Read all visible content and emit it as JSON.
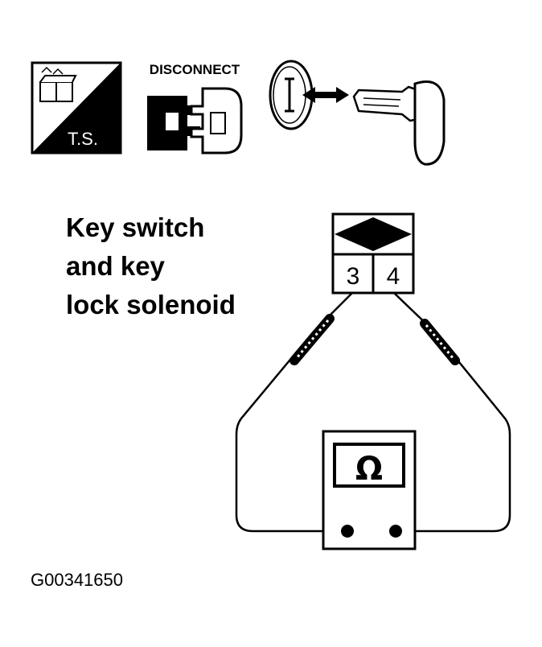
{
  "icons": {
    "ts": {
      "name": "ts-icon",
      "text": "T.S."
    },
    "disconnect": {
      "name": "disconnect-connector-icon",
      "label": "DISCONNECT"
    },
    "ignition": {
      "name": "ignition-key-icon"
    }
  },
  "component_label": {
    "line1": "Key switch",
    "line2": "and key",
    "line3": "lock solenoid"
  },
  "connector": {
    "terminal_left": "3",
    "terminal_right": "4"
  },
  "meter": {
    "symbol": "Ω",
    "icon": "ohmmeter-icon"
  },
  "figure_id": "G00341650"
}
